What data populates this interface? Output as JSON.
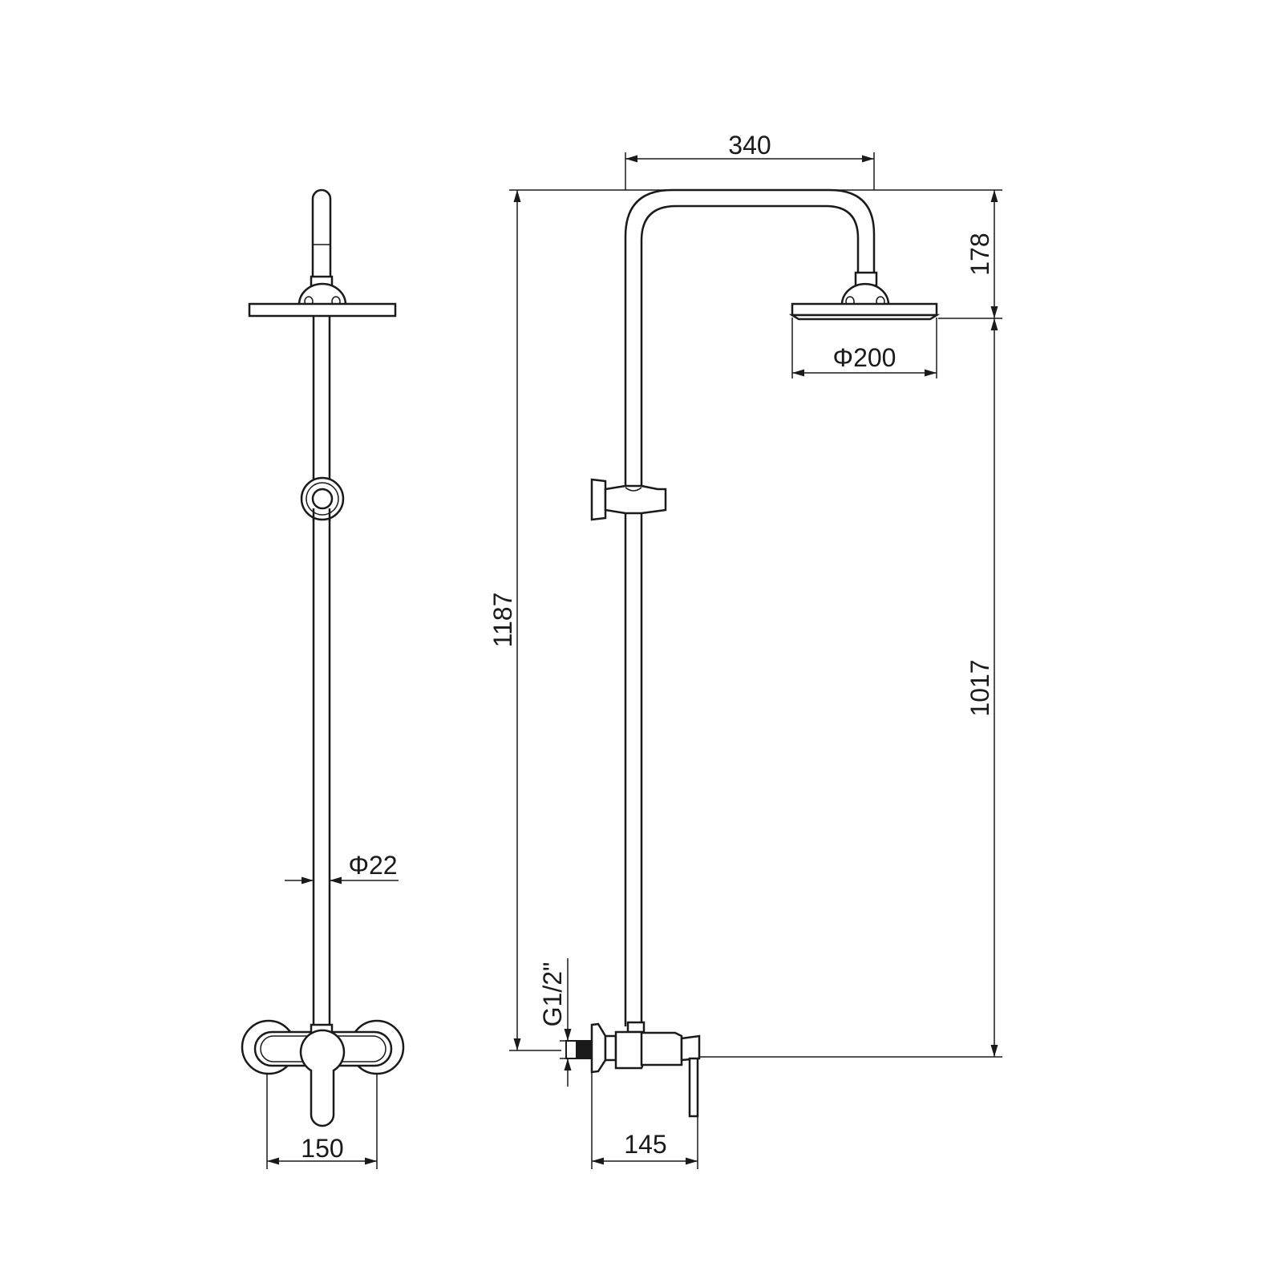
{
  "drawing": {
    "views": [
      "front-view",
      "side-view"
    ],
    "dimensions": {
      "mixer_width": "150",
      "rod_diameter": "Φ22",
      "arm_reach": "340",
      "head_drop": "178",
      "head_diameter": "Φ200",
      "total_height": "1187",
      "head_height_from_inlet": "1017",
      "inlet_thread": "G1/2\"",
      "mixer_projection": "145"
    },
    "colors": {
      "line": "#1a1a1a",
      "background": "#ffffff"
    }
  }
}
